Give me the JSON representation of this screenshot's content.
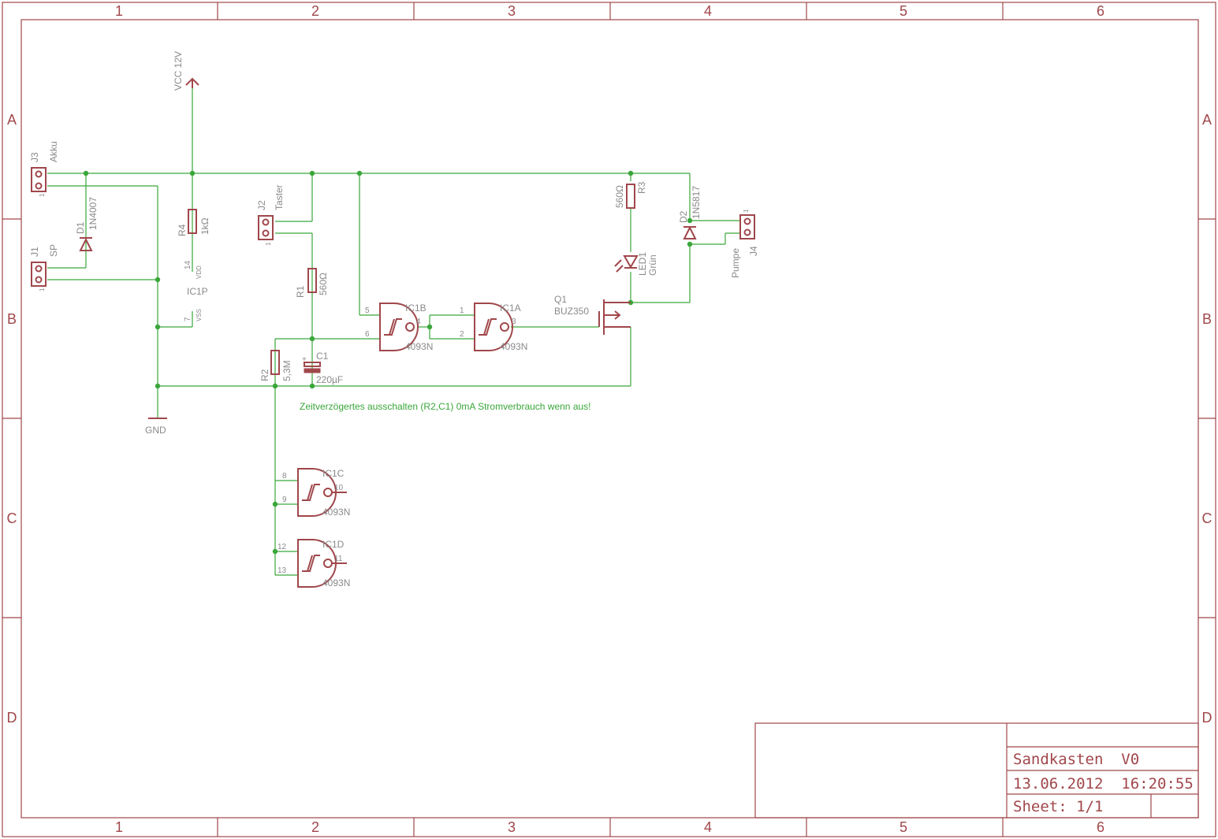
{
  "frame": {
    "columns": [
      "1",
      "2",
      "3",
      "4",
      "5",
      "6"
    ],
    "rows": [
      "A",
      "B",
      "C",
      "D"
    ]
  },
  "supply": {
    "vcc_label": "VCC 12V",
    "gnd_label": "GND"
  },
  "components": {
    "j3": {
      "name": "J3",
      "value": "Akku",
      "pin": "1"
    },
    "j1": {
      "name": "J1",
      "value": "SP",
      "pin": "1"
    },
    "j2": {
      "name": "J2",
      "value": "Taster",
      "pin": "1"
    },
    "j4": {
      "name": "J4",
      "value": "Pumpe",
      "pin": "1"
    },
    "d1": {
      "name": "D1",
      "value": "1N4007"
    },
    "d2": {
      "name": "D2",
      "value": "1N5817"
    },
    "r4": {
      "name": "R4",
      "value": "1kΩ"
    },
    "r1": {
      "name": "R1",
      "value": "560Ω"
    },
    "r2": {
      "name": "R2",
      "value": "5,3M"
    },
    "r3": {
      "name": "R3",
      "value": "560Ω"
    },
    "c1": {
      "name": "C1",
      "value": "220µF",
      "polarity": "+"
    },
    "led1": {
      "name": "LED1",
      "value": "Grün"
    },
    "q1": {
      "name": "Q1",
      "value": "BUZ350"
    },
    "ic1p": {
      "name": "IC1P",
      "vdd": "VDD",
      "vss": "VSS",
      "pin_vdd": "14",
      "pin_vss": "7"
    },
    "ic1b": {
      "name": "IC1B",
      "value": "4093N",
      "pin_in1": "5",
      "pin_in2": "6",
      "pin_out": "4"
    },
    "ic1a": {
      "name": "IC1A",
      "value": "4093N",
      "pin_in1": "1",
      "pin_in2": "2",
      "pin_out": "3"
    },
    "ic1c": {
      "name": "IC1C",
      "value": "4093N",
      "pin_in1": "8",
      "pin_in2": "9",
      "pin_out": "10"
    },
    "ic1d": {
      "name": "IC1D",
      "value": "4093N",
      "pin_in1": "12",
      "pin_in2": "13",
      "pin_out": "11"
    }
  },
  "note": "Zeitverzögertes ausschalten (R2,C1) 0mA Stromverbrauch wenn aus!",
  "title_block": {
    "title": "Sandkasten  V0",
    "date": "13.06.2012  16:20:55",
    "sheet": "Sheet: 1/1"
  },
  "colors": {
    "frame": "#a0474b",
    "wire": "#3aa63a",
    "label": "#8a8a8a"
  }
}
